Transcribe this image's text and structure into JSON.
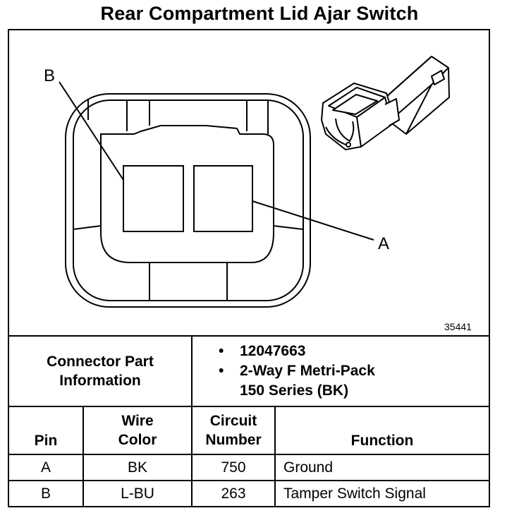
{
  "title": "Rear Compartment Lid Ajar Switch",
  "figure": {
    "number": "35441",
    "callouts": {
      "a": "A",
      "b": "B"
    }
  },
  "connector_info": {
    "heading": [
      "Connector Part",
      "Information"
    ],
    "bullet_symbol": "•",
    "items": [
      {
        "lines": [
          "12047663"
        ]
      },
      {
        "lines": [
          "2-Way F Metri-Pack",
          "150 Series (BK)"
        ]
      }
    ]
  },
  "table": {
    "headers": {
      "pin": "Pin",
      "wire_color": [
        "Wire",
        "Color"
      ],
      "circuit": [
        "Circuit",
        "Number"
      ],
      "function": "Function"
    },
    "rows": [
      {
        "pin": "A",
        "wire_color": "BK",
        "circuit": "750",
        "function": "Ground"
      },
      {
        "pin": "B",
        "wire_color": "L-BU",
        "circuit": "263",
        "function": "Tamper Switch Signal"
      }
    ]
  }
}
